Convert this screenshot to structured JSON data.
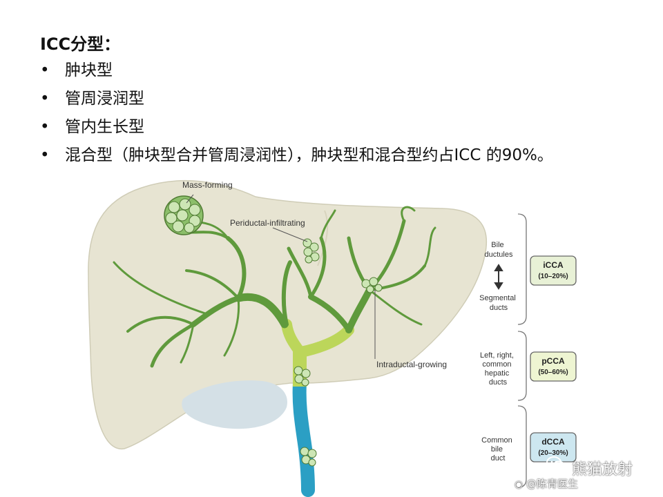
{
  "heading": "ICC分型：",
  "bullets": [
    {
      "marker": "•",
      "text": "肿块型"
    },
    {
      "marker": "•",
      "text": "管周浸润型"
    },
    {
      "marker": "•",
      "text": "管内生长型"
    },
    {
      "marker": "•",
      "text": "混合型（肿块型合并管周浸润性），肿块型和混合型约占ICC 的90%。"
    }
  ],
  "diagram": {
    "labels": {
      "mass_forming": "Mass-forming",
      "periductal": "Periductal-infiltrating",
      "intraductal": "Intraductal-growing"
    },
    "right_labels": {
      "bile_ductules": [
        "Bile",
        "ductules"
      ],
      "segmental": [
        "Segmental",
        "ducts"
      ],
      "hepatic": [
        "Left, right,",
        "common",
        "hepatic",
        "ducts"
      ],
      "common_bile": [
        "Common",
        "bile",
        "duct"
      ]
    },
    "boxes": [
      {
        "name": "iCCA",
        "pct": "(10–20%)",
        "color": "#e8f1d6"
      },
      {
        "name": "pCCA",
        "pct": "(50–60%)",
        "color": "#eef5d2"
      },
      {
        "name": "dCCA",
        "pct": "(20–30%)",
        "color": "#cde7f0"
      }
    ],
    "colors": {
      "liver": "#e7e4d2",
      "duct_green": "#5f9a3c",
      "duct_lightgreen": "#bcd65a",
      "duct_blue": "#2b9fc4",
      "gallbladder": "#d4e0e6"
    }
  },
  "watermark": {
    "brand": "熊猫放射",
    "weibo": "@陈青医生"
  }
}
